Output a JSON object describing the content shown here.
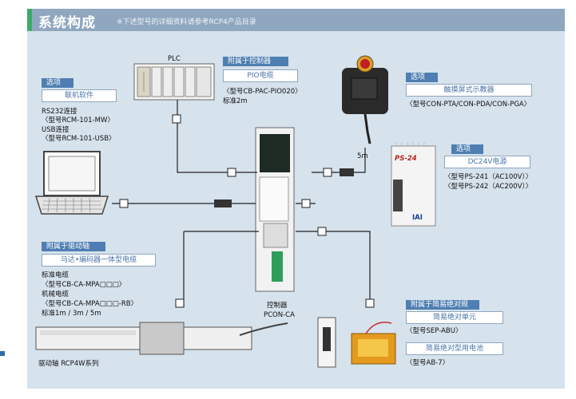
{
  "header": {
    "title": "系统构成",
    "note": "※下述型号的详细资料请参考RCP4产品目录"
  },
  "plc": {
    "label": "PLC"
  },
  "pio": {
    "tag": "附属于控制器",
    "box": "PIO电缆",
    "model": "〈型号CB-PAC-PIO020〉",
    "std": "标准2m"
  },
  "software": {
    "tag": "选项",
    "box": "联机软件",
    "lines": [
      "RS232连接",
      "〈型号RCM-101-MW〉",
      "USB连接",
      "〈型号RCM-101-USB〉"
    ]
  },
  "teach": {
    "tag": "选项",
    "box": "触摸屏式示教器",
    "model": "〈型号CON-PTA/CON-PDA/CON-PGA〉",
    "length": "5m"
  },
  "power": {
    "tag": "选项",
    "box": "DC24V电源",
    "model1": "〈型号PS-241（AC100V）〉",
    "model2": "〈型号PS-242（AC200V）〉",
    "unit_label": "PS-24",
    "logo": "IAI"
  },
  "motor_cable": {
    "tag": "附属于驱动轴",
    "box": "马达•编码器一体型电缆",
    "lines": [
      "标准电缆",
      "〈型号CB-CA-MPA□□□〉",
      "机械电缆",
      "〈型号CB-CA-MPA□□□-RB〉",
      "标准1m / 3m / 5m"
    ]
  },
  "controller": {
    "name": "控制器",
    "model": "PCON-CA"
  },
  "actuator": {
    "label": "驱动轴 RCP4W系列"
  },
  "abs_spec": {
    "tag": "附属于简易绝对规格",
    "unit_box": "简易绝对单元",
    "unit_model": "〈型号SEP-ABU〉",
    "battery_box": "简易绝对型用电池",
    "battery_model": "〈型号AB-7〉"
  },
  "colors": {
    "header_bg": "#8fa7bf",
    "panel_bg": "#d6e2ec",
    "tag_bg": "#4f7fb2",
    "accent": "#3daa6a"
  }
}
